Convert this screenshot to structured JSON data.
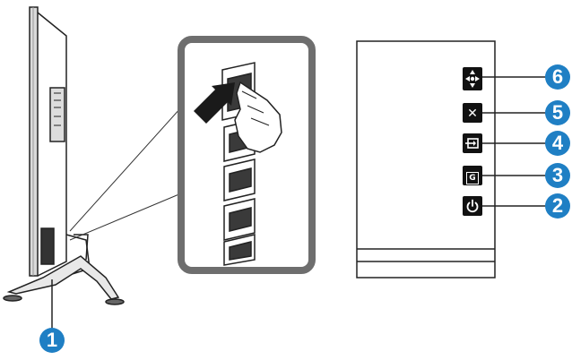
{
  "callouts": {
    "c1": "1",
    "c2": "2",
    "c3": "3",
    "c4": "4",
    "c5": "5",
    "c6": "6"
  },
  "buttons": {
    "close_glyph": "✕",
    "gamevisual_glyph": "G"
  },
  "colors": {
    "callout": "#1f7fc4",
    "button": "#111111",
    "inset_frame": "#6e6e6e",
    "outline": "#222222"
  }
}
